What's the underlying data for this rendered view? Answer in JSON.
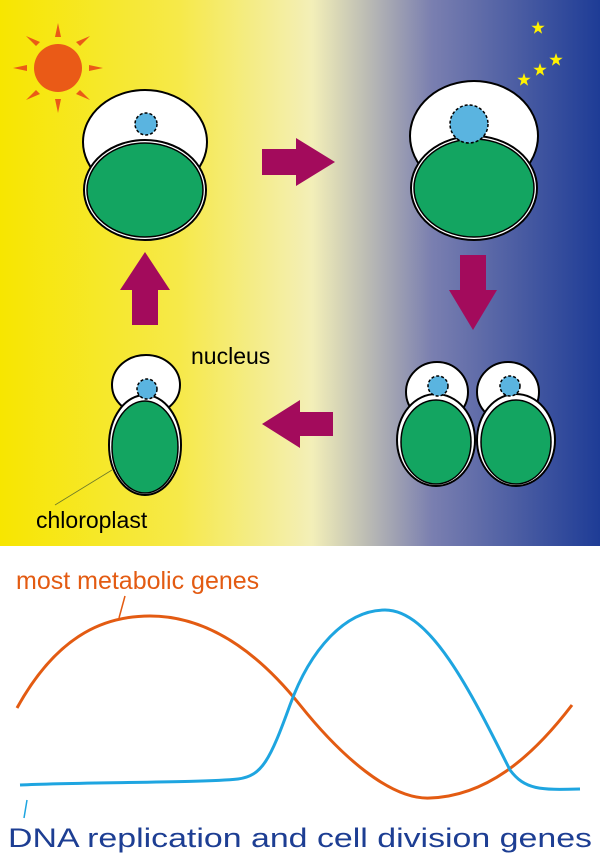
{
  "labels": {
    "nucleus": "nucleus",
    "chloroplast": "chloroplast",
    "orange_curve": "most metabolic genes",
    "blue_curve": "DNA replication and cell division genes"
  },
  "colors": {
    "day": "#f7e600",
    "dusk": "#f3efb8",
    "night_mid": "#5565a8",
    "night": "#1e3c96",
    "sun": "#ea5a17",
    "star": "#fff200",
    "cell_fill": "#ffffff",
    "chloroplast": "#13a561",
    "nucleus": "#5ab4e0",
    "arrow": "#a30b5c",
    "orange_curve": "#e35b12",
    "blue_curve": "#1ea5e0",
    "label_orange": "#e35b12",
    "label_blue": "#1d3e93"
  },
  "icons": {
    "sun": "sun-icon",
    "stars": "star-icon"
  }
}
